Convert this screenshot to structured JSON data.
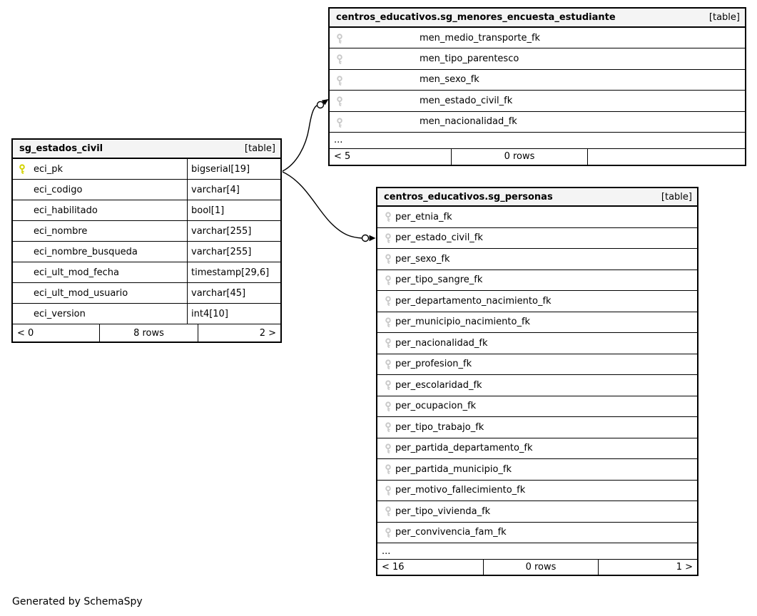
{
  "diagram": {
    "generated_note": "Generated by SchemaSpy"
  },
  "colors": {
    "pk_key": "#d3d300",
    "fk_key": "#c9c9c9",
    "header_bg": "#f4f4f4",
    "line": "#000000"
  },
  "tables": {
    "estados_civil": {
      "title": "sg_estados_civil",
      "badge": "[table]",
      "columns": [
        {
          "name": "eci_pk",
          "type": "bigserial[19]",
          "key": "pk"
        },
        {
          "name": "eci_codigo",
          "type": "varchar[4]",
          "key": "none"
        },
        {
          "name": "eci_habilitado",
          "type": "bool[1]",
          "key": "none"
        },
        {
          "name": "eci_nombre",
          "type": "varchar[255]",
          "key": "none"
        },
        {
          "name": "eci_nombre_busqueda",
          "type": "varchar[255]",
          "key": "none"
        },
        {
          "name": "eci_ult_mod_fecha",
          "type": "timestamp[29,6]",
          "key": "none"
        },
        {
          "name": "eci_ult_mod_usuario",
          "type": "varchar[45]",
          "key": "none"
        },
        {
          "name": "eci_version",
          "type": "int4[10]",
          "key": "none"
        }
      ],
      "footer": {
        "left": "< 0",
        "center": "8 rows",
        "right": "2 >"
      }
    },
    "menores_encuesta_estudiante": {
      "title": "centros_educativos.sg_menores_encuesta_estudiante",
      "badge": "[table]",
      "columns": [
        {
          "name": "men_medio_transporte_fk",
          "key": "fk"
        },
        {
          "name": "men_tipo_parentesco",
          "key": "fk"
        },
        {
          "name": "men_sexo_fk",
          "key": "fk"
        },
        {
          "name": "men_estado_civil_fk",
          "key": "fk"
        },
        {
          "name": "men_nacionalidad_fk",
          "key": "fk"
        }
      ],
      "ellipsis": "...",
      "footer": {
        "left": "< 5",
        "center": "0 rows",
        "right": ""
      }
    },
    "personas": {
      "title": "centros_educativos.sg_personas",
      "badge": "[table]",
      "columns": [
        {
          "name": "per_etnia_fk",
          "key": "fk"
        },
        {
          "name": "per_estado_civil_fk",
          "key": "fk"
        },
        {
          "name": "per_sexo_fk",
          "key": "fk"
        },
        {
          "name": "per_tipo_sangre_fk",
          "key": "fk"
        },
        {
          "name": "per_departamento_nacimiento_fk",
          "key": "fk"
        },
        {
          "name": "per_municipio_nacimiento_fk",
          "key": "fk"
        },
        {
          "name": "per_nacionalidad_fk",
          "key": "fk"
        },
        {
          "name": "per_profesion_fk",
          "key": "fk"
        },
        {
          "name": "per_escolaridad_fk",
          "key": "fk"
        },
        {
          "name": "per_ocupacion_fk",
          "key": "fk"
        },
        {
          "name": "per_tipo_trabajo_fk",
          "key": "fk"
        },
        {
          "name": "per_partida_departamento_fk",
          "key": "fk"
        },
        {
          "name": "per_partida_municipio_fk",
          "key": "fk"
        },
        {
          "name": "per_motivo_fallecimiento_fk",
          "key": "fk"
        },
        {
          "name": "per_tipo_vivienda_fk",
          "key": "fk"
        },
        {
          "name": "per_convivencia_fam_fk",
          "key": "fk"
        }
      ],
      "ellipsis": "...",
      "footer": {
        "left": "< 16",
        "center": "0 rows",
        "right": "1 >"
      }
    }
  },
  "relationships": [
    {
      "from": "sg_estados_civil.eci_pk",
      "to": "centros_educativos.sg_menores_encuesta_estudiante.men_estado_civil_fk"
    },
    {
      "from": "sg_estados_civil.eci_pk",
      "to": "centros_educativos.sg_personas.per_estado_civil_fk"
    }
  ]
}
